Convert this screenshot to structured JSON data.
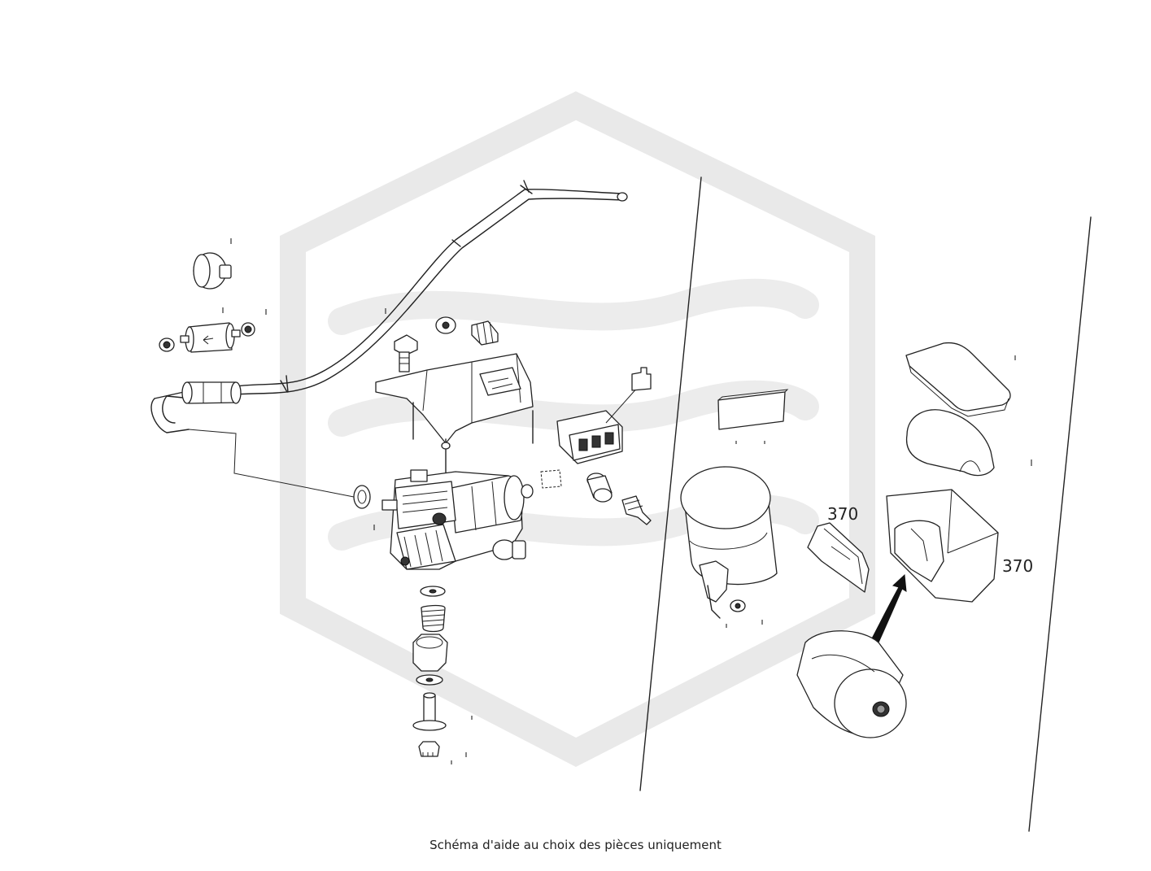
{
  "diagram": {
    "callouts": [
      "370",
      "370"
    ]
  },
  "caption": "Schéma d'aide au choix des pièces uniquement",
  "colors": {
    "line": "#222222",
    "watermark": "#e9e9e9",
    "background": "#ffffff"
  },
  "icons": [
    "watermark-logo",
    "arrow-icon"
  ]
}
